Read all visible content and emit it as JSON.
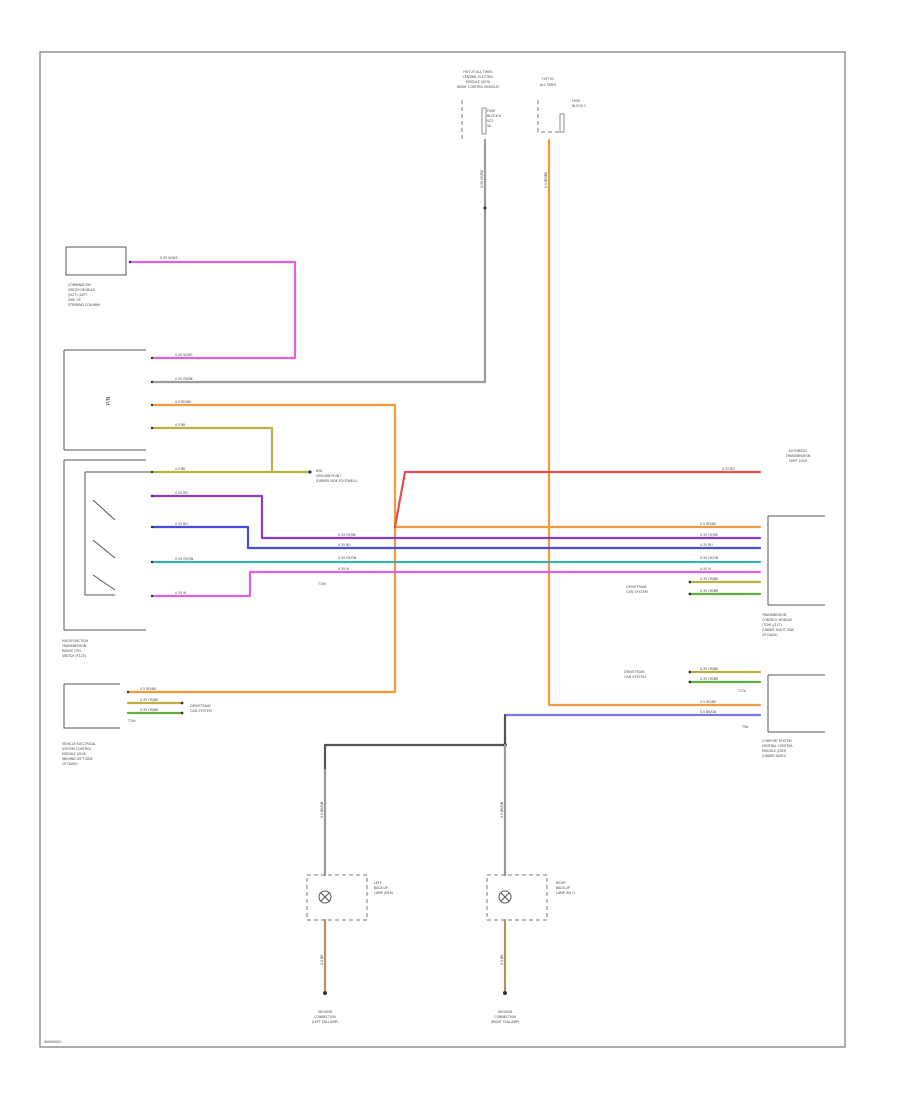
{
  "page_label": "W0000000",
  "top_labels": {
    "left": [
      "HOT AT ALL TIMES",
      "CENTRAL ELECTRIC",
      "MODULE (J519)",
      "(BODY CONTROL MODULE)"
    ],
    "right": [
      "HOT IN",
      "ALL TIMES"
    ],
    "fuse_right": [
      "FUSE",
      "BLOCK C"
    ],
    "fuse_left": [
      "FUSE",
      "BLOCK B",
      "SC2",
      "5A"
    ]
  },
  "components": {
    "combination_switch": [
      "COMBINATION",
      "SWITCH MODULE",
      "(J527) (LEFT",
      "SIDE OF",
      "STEERING COLUMN)"
    ],
    "light_switch": [
      "MULTIFUNCTION",
      "TRANSMISSION",
      "RANGE (TR)",
      "SWITCH (F125)"
    ],
    "onboard_supply": [
      "VEHICLE ELECTRICAL",
      "SYSTEM CONTROL",
      "MODULE (J519)",
      "(BEHIND LEFT SIDE",
      "OF DASH)"
    ],
    "trans_control": [
      "TRANSMISSION",
      "CONTROL MODULE",
      "(TCM) (J217)",
      "(UNDER RIGHT SIDE",
      "OF DASH)"
    ],
    "instrument_cluster": [
      "COMFORT SYSTEM",
      "CENTRAL CONTROL",
      "MODULE (J393)",
      "(UNDER DASH)"
    ],
    "backup_relay": [
      "AUTOMATIC",
      "TRANSMISSION",
      "SHIFT LOCK"
    ],
    "left_backup_lamp": [
      "LEFT",
      "BACK-UP",
      "LAMP (M16)"
    ],
    "right_backup_lamp": [
      "RIGHT",
      "BACK-UP",
      "LAMP (M17)"
    ],
    "left_ground": [
      "GROUND",
      "CONNECTION",
      "(LEFT TAILLAMP)"
    ],
    "right_ground": [
      "GROUND",
      "CONNECTION",
      "(RIGHT TAILLAMP)"
    ]
  },
  "switch_internal_label": "P/N",
  "wire_labels": {
    "v_top_grey": "0.35 GY/RD",
    "v_top_orange": "0.5 RD/BU",
    "combo_pink": "0.35 VI/WS",
    "sw_pink": "0.35 VI/WS",
    "sw_grey": "0.35 GY/BK",
    "sw_orange": "0.5 RD/BU",
    "sw_olive": "0.5 BK",
    "sw_olive2": "0.5 BK",
    "sw_red": "0.35 RD",
    "sw_blue": "0.35 BU",
    "sw_cyan": "0.35 GY/GN",
    "sw_violet": "0.35 VI",
    "bundle_1": "0.5 RD/BU",
    "bundle_2": "0.35 GY/BK",
    "bundle_3": "0.35 BU",
    "bundle_4": "0.35 GY/GN",
    "bundle_5": "0.35 VI",
    "relay_wire": "0.35 RD",
    "can_hi": "0.35 OR/BK",
    "can_lo": "0.35 OR/BR",
    "lower_orange": "0.5 RD/BU",
    "lower_can_hi": "0.35 OR/BK",
    "lower_can_lo": "0.35 OR/BR",
    "left_lamp_feed": "0.5 BK/GN",
    "right_lamp_feed": "0.5 BK/GN",
    "lamp_ground": "0.5 BR"
  },
  "can_notes": {
    "trans_can": [
      "DRIVETRAIN",
      "CAN SYSTEM"
    ],
    "cluster_can": [
      "DRIVETRAIN",
      "CAN SYSTEM"
    ],
    "supply_can": [
      "DRIVETRAIN",
      "CAN SYSTEM"
    ]
  },
  "splice_labels": {
    "s1": [
      "B/W",
      "GROUND POINT",
      "(DRIVER SIDE FOOTWELL)"
    ],
    "s2": "T10d",
    "s3": "T10c",
    "s4": "T17a",
    "s5": "T5b"
  },
  "colors": {
    "pink": "#e060e0",
    "grey": "#9a9a9a",
    "orange": "#f39a3c",
    "olive": "#b8b040",
    "red": "#e05050",
    "blue": "#4a4ae0",
    "cyan": "#3cb0b0",
    "violet": "#8a3cc0",
    "green": "#60b040",
    "darkgrey": "#555555"
  }
}
